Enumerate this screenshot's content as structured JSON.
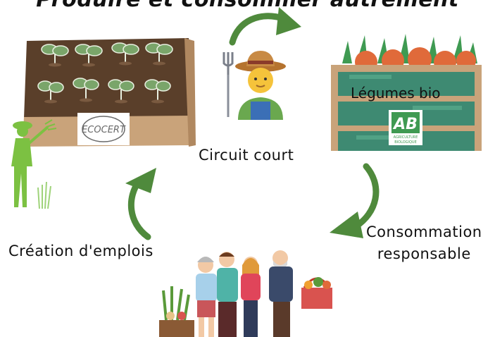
{
  "title": "Produire et consommer autrement",
  "cycle": {
    "circuit_court": "Circuit court",
    "legumes_bio": "Légumes bio",
    "consommation_line1": "Consommation",
    "consommation_line2": "responsable",
    "creation_emplois": "Création d'emplois"
  },
  "logos": {
    "ecocert": "ECOCERT",
    "ab_letters": "AB",
    "ab_line1": "AGRICULTURE",
    "ab_line2": "BIOLOGIQUE"
  },
  "colors": {
    "arrow_green": "#4f8a3c",
    "crate_teal": "#3e8a72",
    "soil_brown": "#5a3f2a",
    "figure_green": "#7cc142"
  }
}
